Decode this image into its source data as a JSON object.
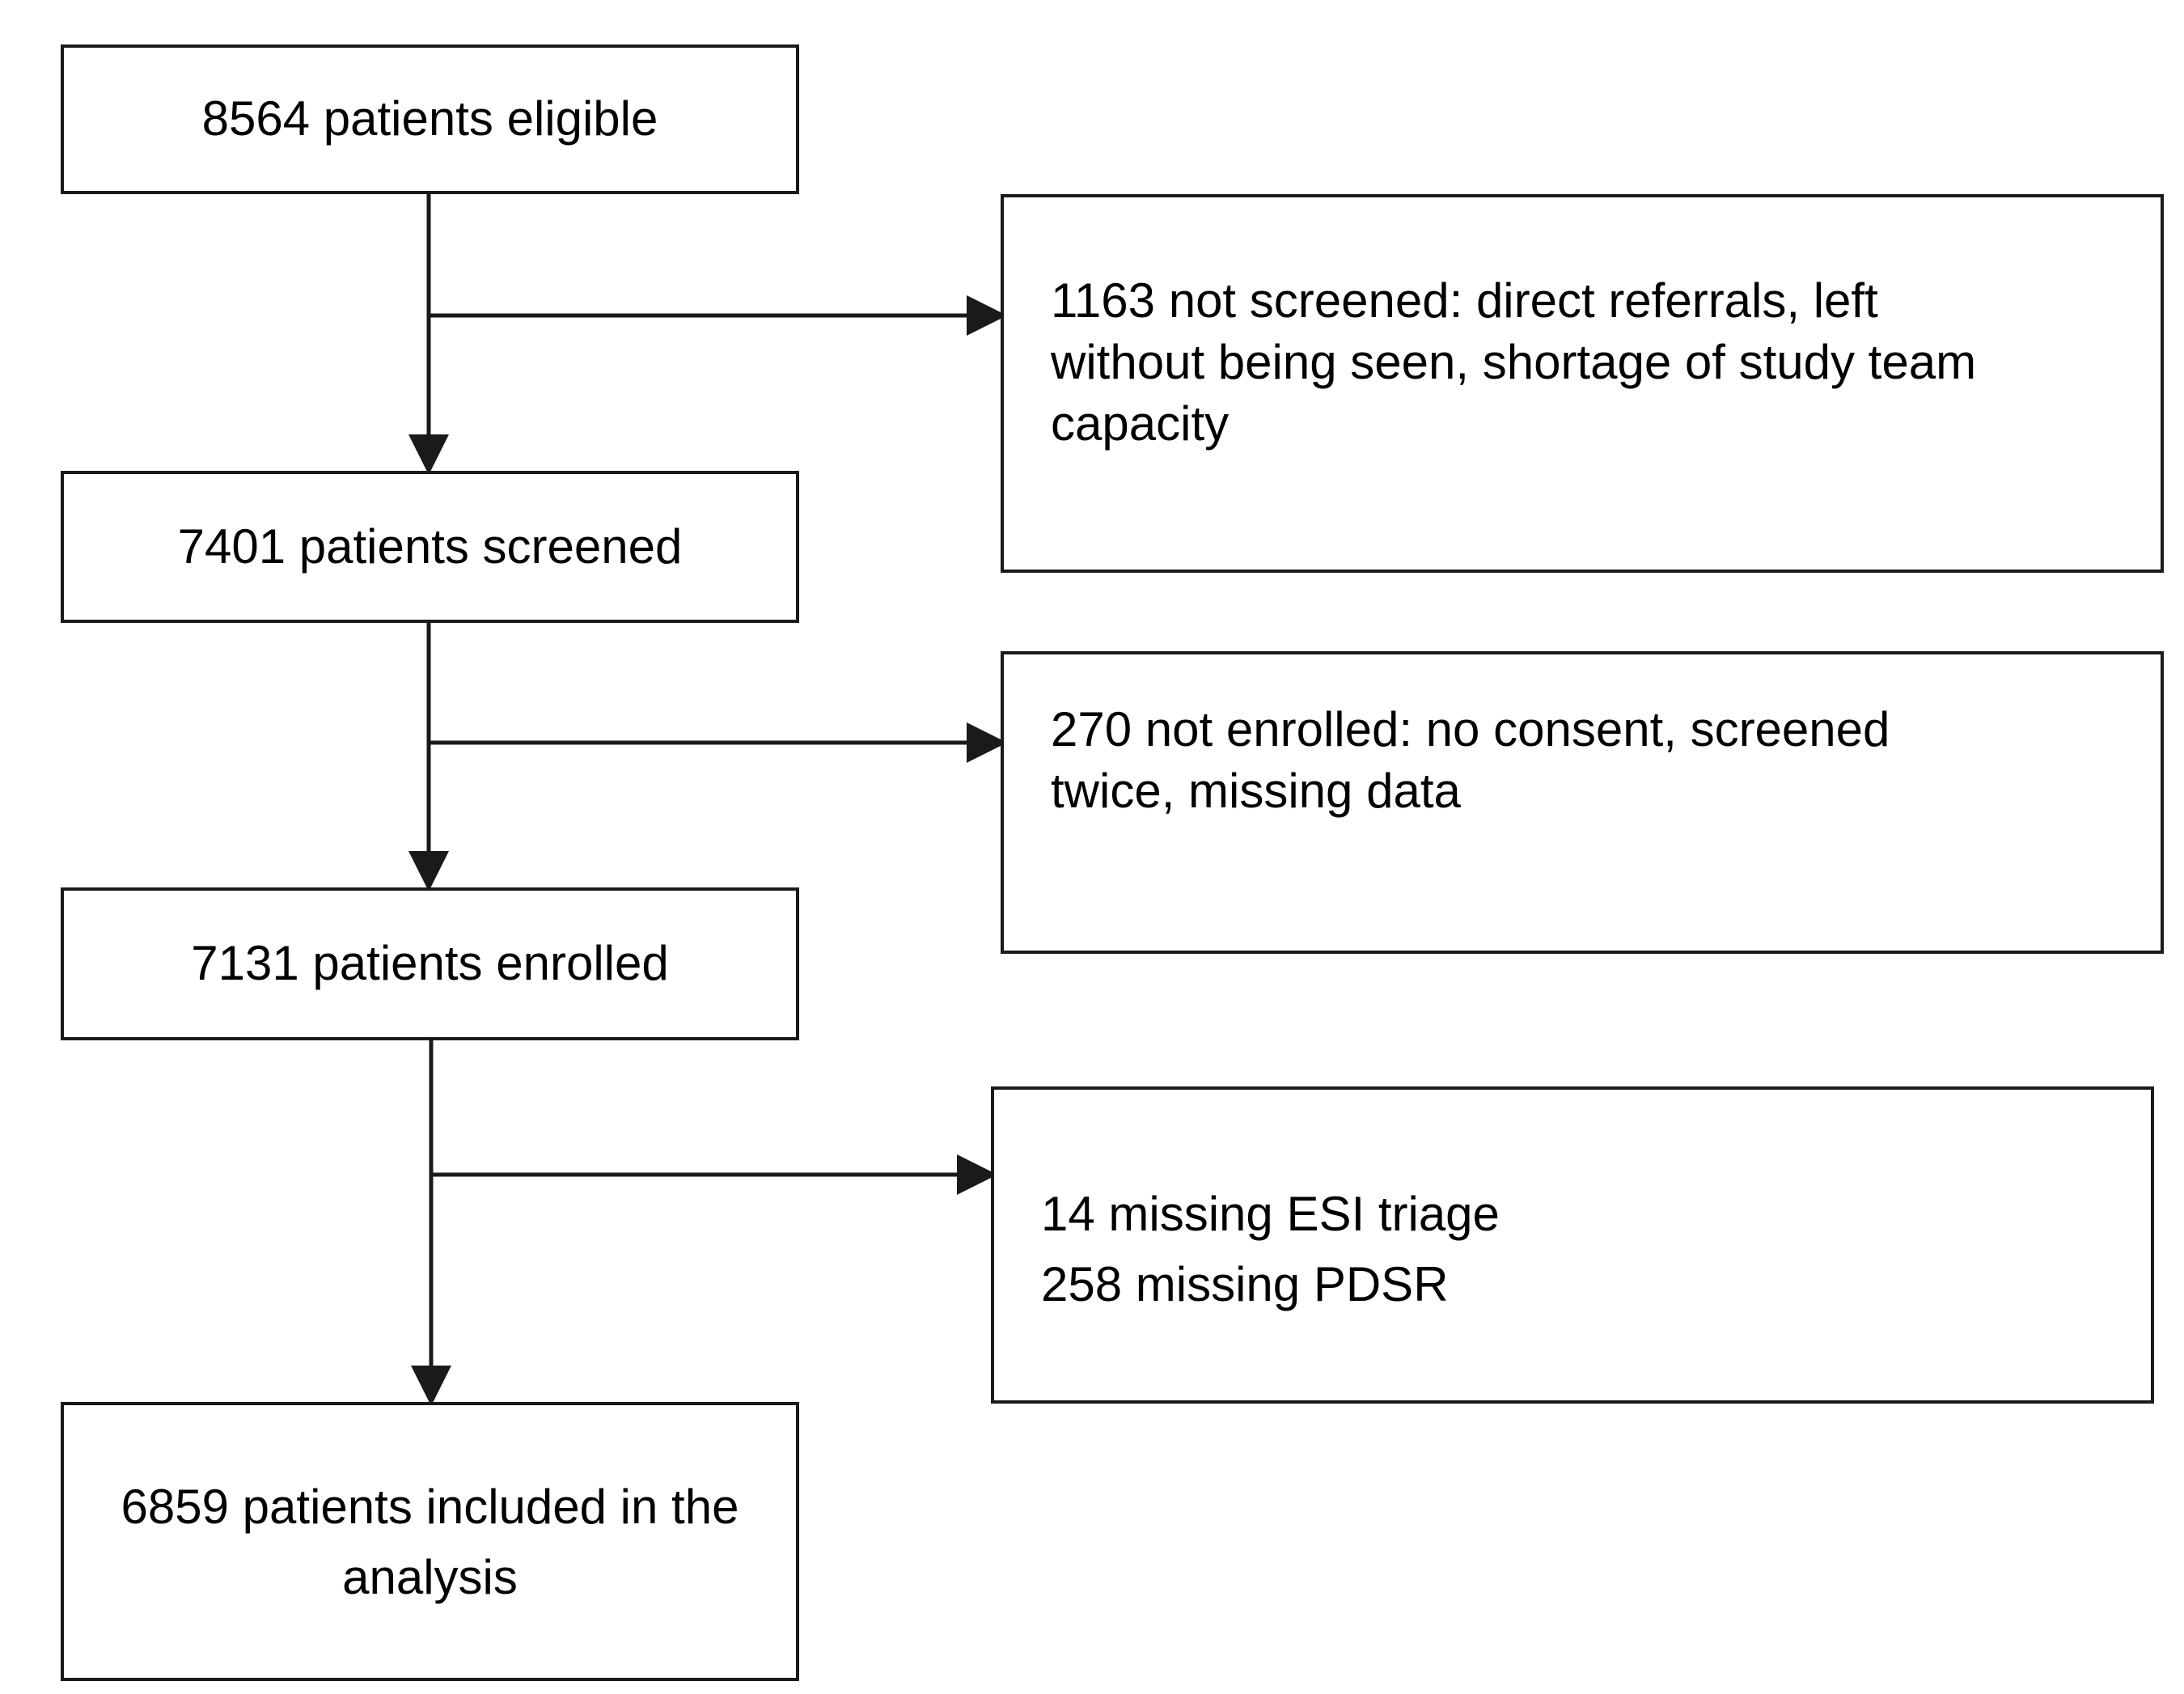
{
  "main_boxes": [
    {
      "id": "eligible",
      "text": "8564 patients eligible"
    },
    {
      "id": "screened",
      "text": "7401 patients screened"
    },
    {
      "id": "enrolled",
      "text": "7131 patients enrolled"
    },
    {
      "id": "included",
      "text": "6859 patients included in the analysis"
    }
  ],
  "exclusion_boxes": [
    {
      "id": "not-screened",
      "lines": [
        "1163 not screened: direct referrals, left",
        "without being seen, shortage of study team",
        "capacity"
      ]
    },
    {
      "id": "not-enrolled",
      "lines": [
        "270 not enrolled: no consent, screened",
        "twice, missing data"
      ]
    },
    {
      "id": "missing-data",
      "lines": [
        "14 missing ESI triage",
        "258 missing PDSR"
      ]
    }
  ],
  "colors": {
    "stroke": "#1a1a1a",
    "background": "#ffffff",
    "text": "#000000"
  }
}
